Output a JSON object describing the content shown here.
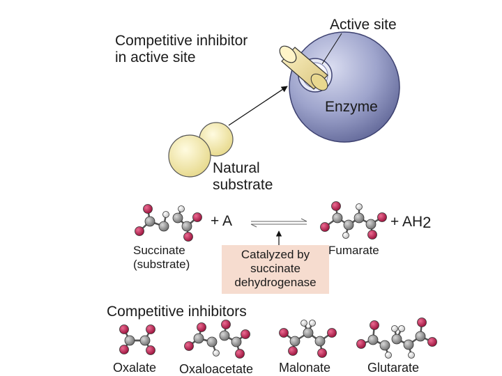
{
  "labels": {
    "inhibitor_line1": "Competitive inhibitor",
    "inhibitor_line2": "in active site",
    "active_site": "Active site",
    "enzyme": "Enzyme",
    "substrate_line1": "Natural",
    "substrate_line2": "substrate"
  },
  "reaction": {
    "reactant_extra": "+ A",
    "product_extra_text": "+ AH",
    "product_extra_sub": "2",
    "succinate_line1": "Succinate",
    "succinate_line2": "(substrate)",
    "fumarate": "Fumarate",
    "catalyst_lines": [
      "Catalyzed by",
      "succinate",
      "dehydrogenase"
    ]
  },
  "inhibitors": {
    "heading": "Competitive inhibitors",
    "names": [
      "Oxalate",
      "Oxaloacetate",
      "Malonate",
      "Glutarate"
    ]
  },
  "colors": {
    "enzyme_fill": "#9ea4cc",
    "substrate_fill": "#f4eba9",
    "carbon": "#8f8f8f",
    "oxygen": "#c0144b",
    "hydrogen": "#ffffff",
    "catalyst_box": "#f6dccf"
  },
  "icons": {
    "enzyme": "sphere-icon",
    "inhibitor": "cylinder-plug-icon",
    "substrate": "double-sphere-icon",
    "molecules": "ball-and-stick-model"
  }
}
